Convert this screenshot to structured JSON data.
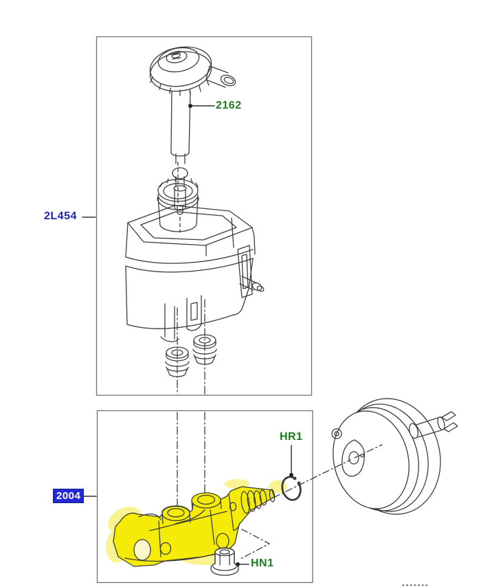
{
  "callouts": {
    "cap_stem": {
      "label": "2162"
    },
    "reservoir": {
      "label": "2L454"
    },
    "master_cylinder": {
      "label": "2004",
      "selected": true
    },
    "snap_ring": {
      "label": "HR1"
    },
    "nut": {
      "label": "HN1"
    }
  },
  "colors": {
    "callout_green": "#1e7a1e",
    "callout_blue": "#2222b2",
    "selected_label_bg": "#2329d6",
    "selected_label_text": "#ffffff",
    "highlight_yellow": "#f5eb08",
    "highlight_glow": "#f9f392",
    "line_art": "#3b3b3b",
    "frame_border": "#6e6e6e"
  },
  "footer": {
    "clipped_text": "-------"
  }
}
